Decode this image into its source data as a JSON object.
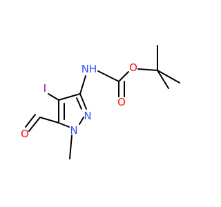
{
  "molecule": {
    "atom_labels": {
      "nh": "NH",
      "o_carbamate": "O",
      "o_carbonyl": "O",
      "iodine": "I",
      "n2": "N",
      "n1": "N",
      "o_aldehyde": "O"
    },
    "colors": {
      "bond": "#000000",
      "nitrogen": "#3050F8",
      "oxygen": "#FF0D0D",
      "iodine": "#940094"
    }
  }
}
